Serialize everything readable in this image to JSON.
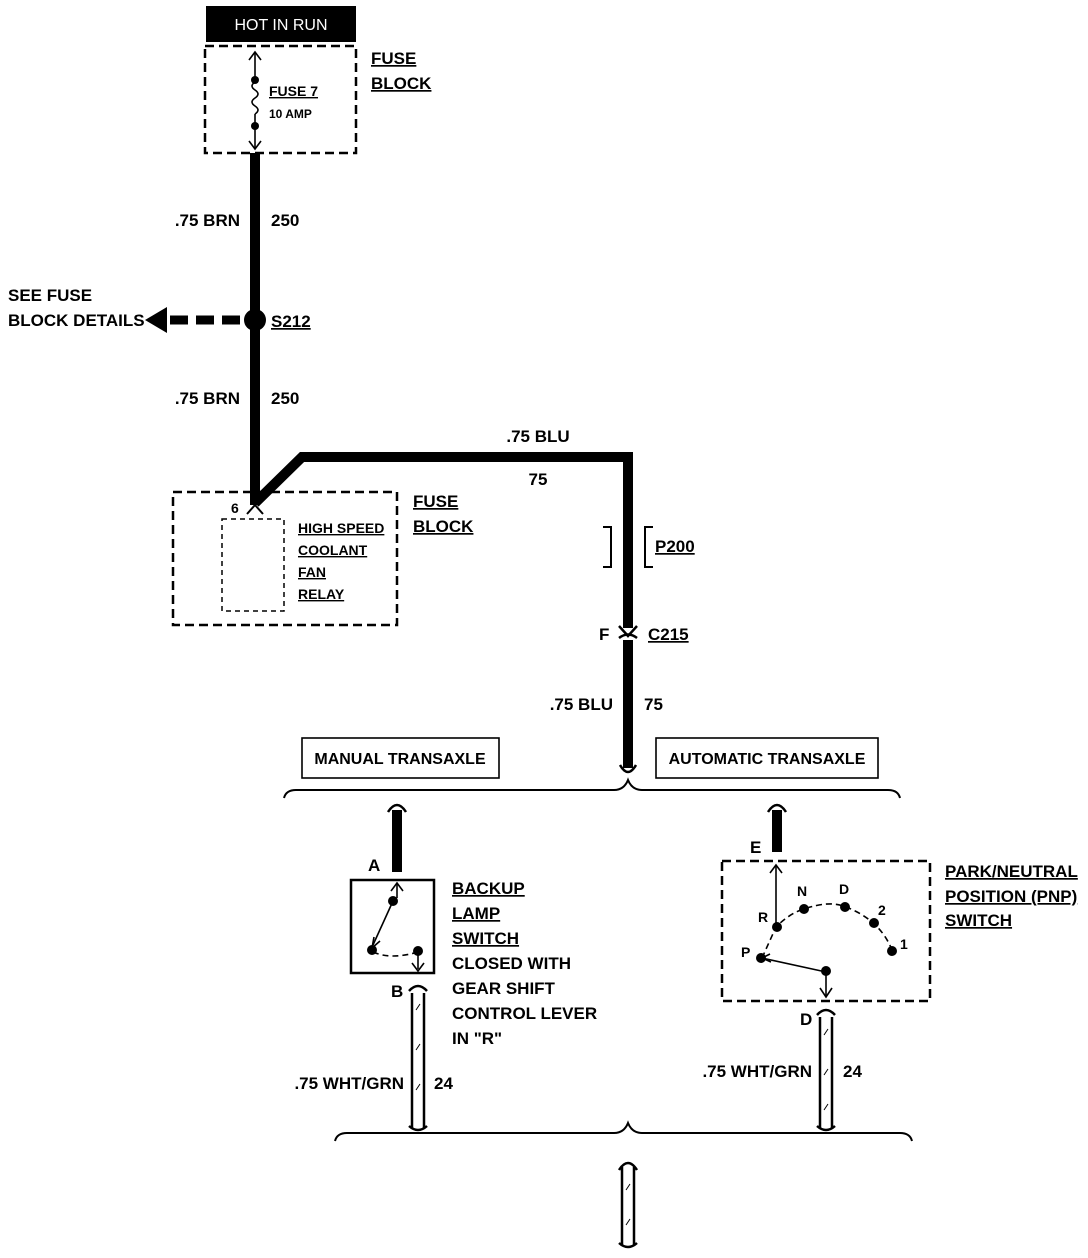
{
  "header": {
    "power_label": "HOT IN RUN"
  },
  "fuse_block_top": {
    "title_line1": "FUSE",
    "title_line2": "BLOCK",
    "fuse_name": "FUSE 7",
    "fuse_rating": "10 AMP"
  },
  "wire_a": {
    "upper_size_color": ".75 BRN",
    "upper_circuit": "250",
    "lower_size_color": ".75 BRN",
    "lower_circuit": "250"
  },
  "splice": {
    "id": "S212",
    "ref_line1": "SEE FUSE",
    "ref_line2": "BLOCK DETAILS"
  },
  "fuse_block_relay": {
    "title_line1": "FUSE",
    "title_line2": "BLOCK",
    "terminal": "6",
    "relay_line1": "HIGH SPEED",
    "relay_line2": "COOLANT",
    "relay_line3": "FAN",
    "relay_line4": "RELAY"
  },
  "wire_b": {
    "size_color": ".75 BLU",
    "circuit": "75",
    "lower_size_color": ".75 BLU",
    "lower_circuit": "75"
  },
  "pass_through": {
    "id": "P200"
  },
  "connector_c215": {
    "pin": "F",
    "id": "C215"
  },
  "options": {
    "manual": "MANUAL TRANSAXLE",
    "automatic": "AUTOMATIC TRANSAXLE"
  },
  "backup_switch": {
    "pin_in": "A",
    "pin_out": "B",
    "title_line1": "BACKUP",
    "title_line2": "LAMP",
    "title_line3": "SWITCH",
    "note_line1": "CLOSED WITH",
    "note_line2": "GEAR SHIFT",
    "note_line3": "CONTROL LEVER",
    "note_line4": "IN \"R\""
  },
  "pnp_switch": {
    "pin_in": "E",
    "pin_out": "D",
    "title_line1": "PARK/NEUTRAL",
    "title_line2": "POSITION (PNP)",
    "title_line3": "SWITCH",
    "positions": [
      "P",
      "R",
      "N",
      "D",
      "2",
      "1"
    ]
  },
  "wire_c_manual": {
    "size_color": ".75 WHT/GRN",
    "circuit": "24"
  },
  "wire_c_auto": {
    "size_color": ".75 WHT/GRN",
    "circuit": "24"
  }
}
